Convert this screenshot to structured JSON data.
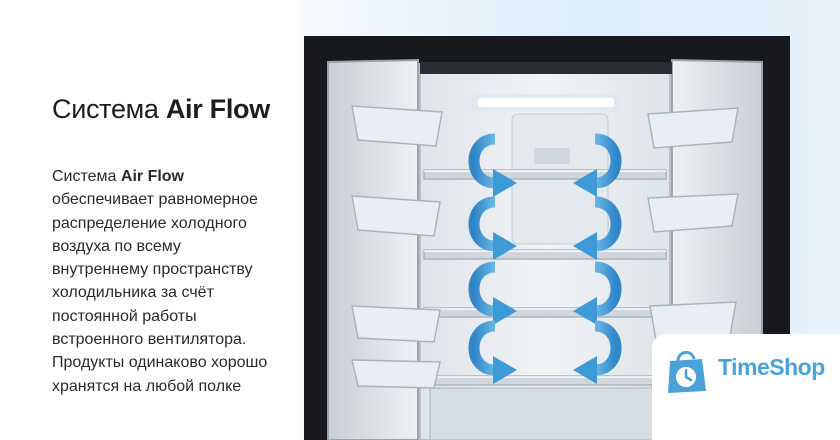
{
  "heading": {
    "prefix": "Система ",
    "bold": "Air Flow"
  },
  "description": {
    "first_prefix": "Система ",
    "first_bold": "Air Flow",
    "lines": [
      "обеспечивает равномерное",
      "распределение холодного",
      "воздуха по всему",
      "внутреннему пространству",
      "холодильника за счёт",
      "постоянной работы",
      "встроенного вентилятора.",
      "Продукты одинаково хорошо",
      "хранятся на любой полке"
    ]
  },
  "image": {
    "subject": "open-fridge-with-airflow-arrows",
    "arrow_color": "#3d9ad6",
    "body_color": "#17191c"
  },
  "brand": {
    "name": "TimeShop",
    "color": "#4aa3d8",
    "icon": "shopping-bag-clock-icon"
  }
}
